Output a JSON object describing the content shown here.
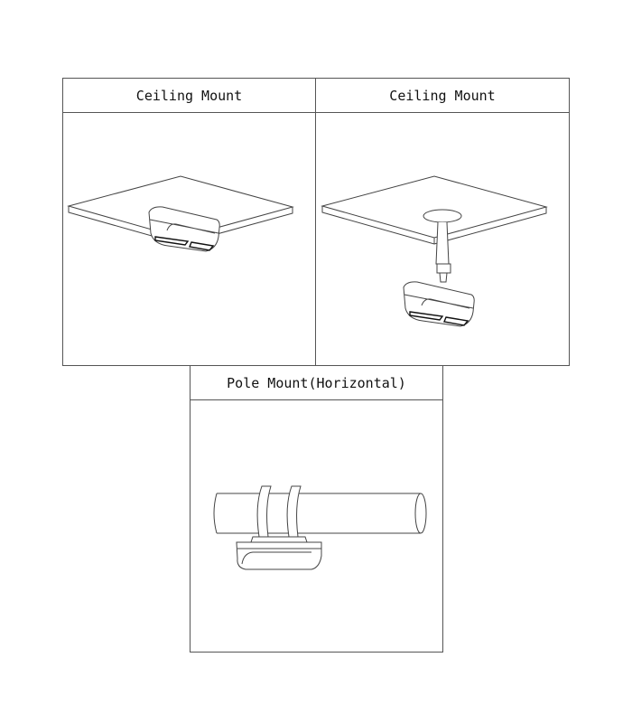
{
  "panels": [
    {
      "title": "Ceiling Mount"
    },
    {
      "title": "Ceiling Mount"
    },
    {
      "title": "Pole Mount(Horizontal)"
    }
  ]
}
